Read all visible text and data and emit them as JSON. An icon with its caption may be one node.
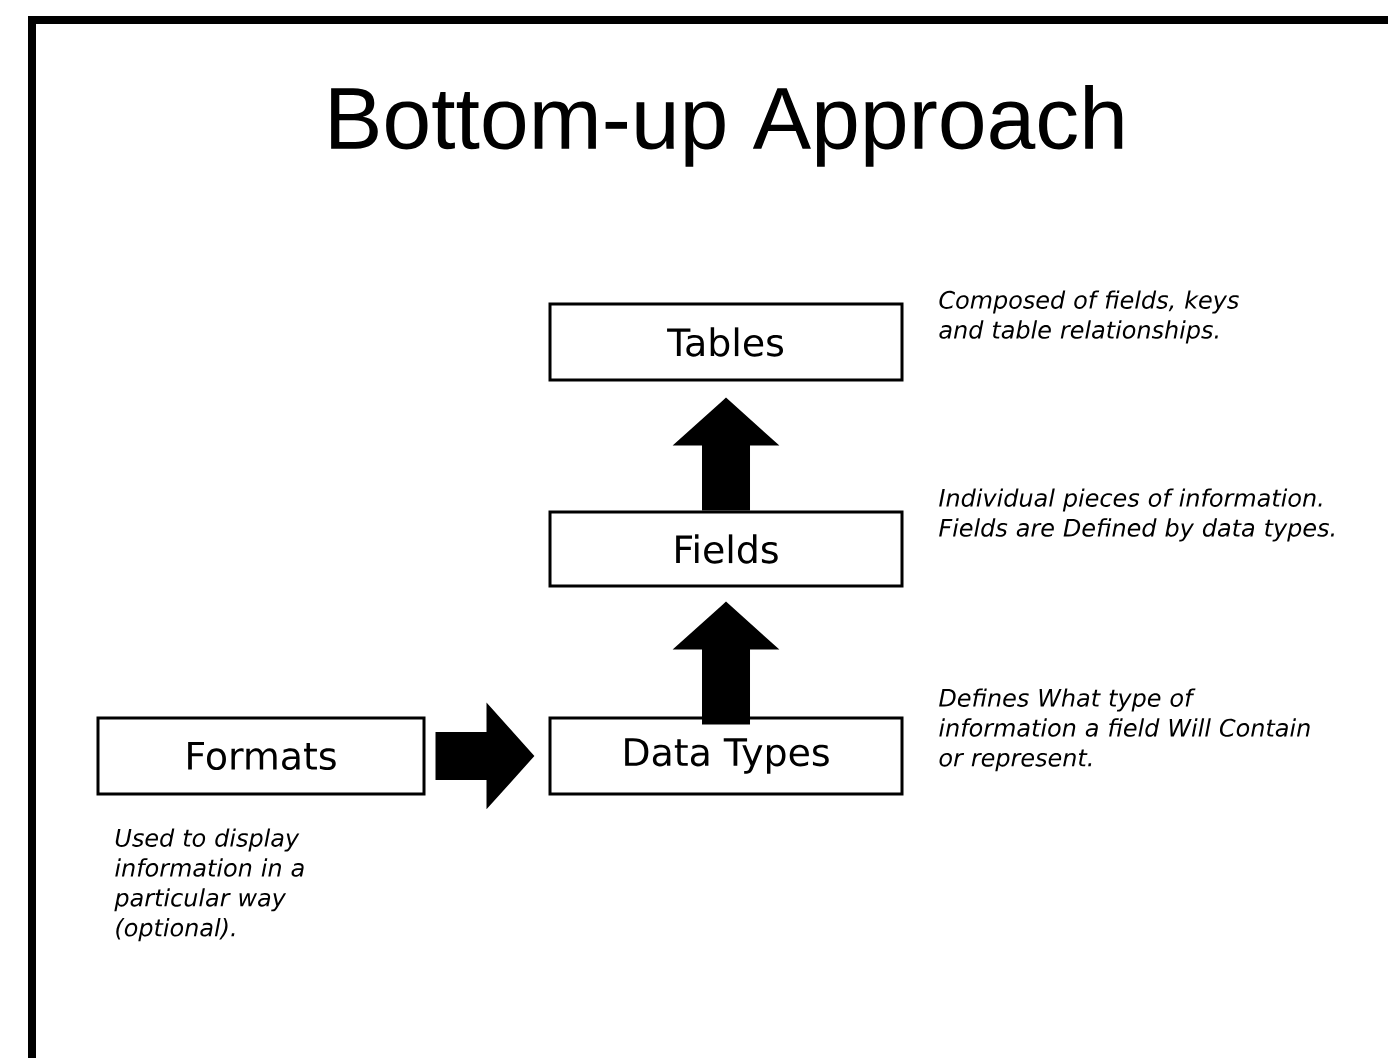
{
  "diagram": {
    "title": "Bottom-up Approach",
    "nodes": [
      {
        "text": [
          "Tables"
        ],
        "beside": [
          "Composed of fields, keys and table relationships."
        ]
      },
      {
        "text": [
          "Fields"
        ],
        "beside": [
          "Individual pieces of information. Fields are Defined by data types."
        ]
      },
      {
        "text": [
          "Formats"
        ],
        "beside": [
          "Used to display information in a particular way (optional)."
        ]
      },
      {
        "text": [
          "Data Types"
        ],
        "beside": [
          "Defines What type of information a field Will Contain or represent."
        ]
      }
    ],
    "edges": [
      {
        "from": 2,
        "to": 3,
        "arrow": "to"
      },
      {
        "from": 3,
        "to": 1,
        "arrow": "to"
      },
      {
        "from": 1,
        "to": 0,
        "arrow": "to"
      }
    ]
  }
}
